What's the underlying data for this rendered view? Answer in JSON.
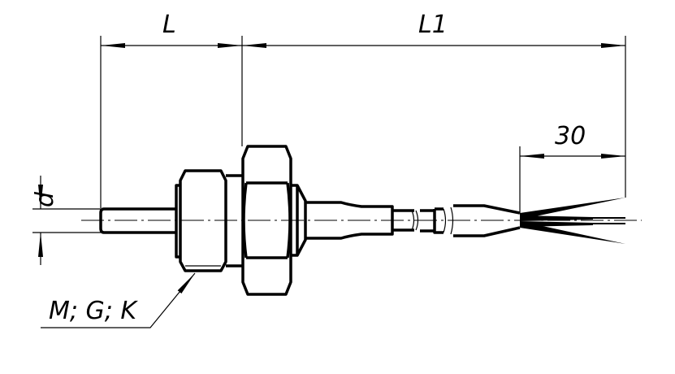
{
  "dimensions": {
    "length_label": "L",
    "lead_length_label": "L1",
    "strip_length_label": "30",
    "diameter_label": "d",
    "thread_label": "M; G; K"
  },
  "colors": {
    "line": "#000000",
    "background": "#ffffff"
  }
}
